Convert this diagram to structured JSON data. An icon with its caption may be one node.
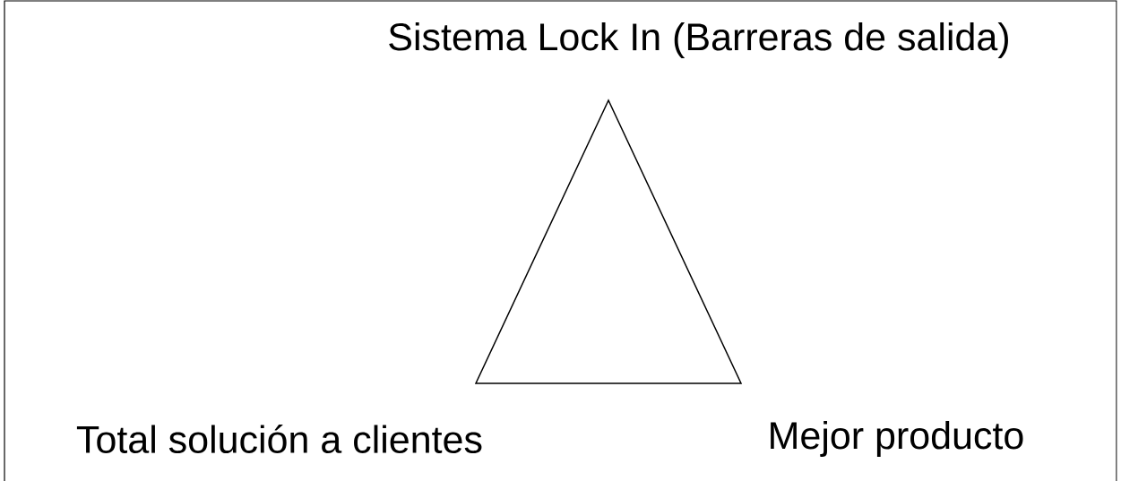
{
  "diagram": {
    "labels": [
      "Sistema Lock In (Barreras de salida)",
      "Total solución a clientes",
      "Mejor producto"
    ]
  }
}
